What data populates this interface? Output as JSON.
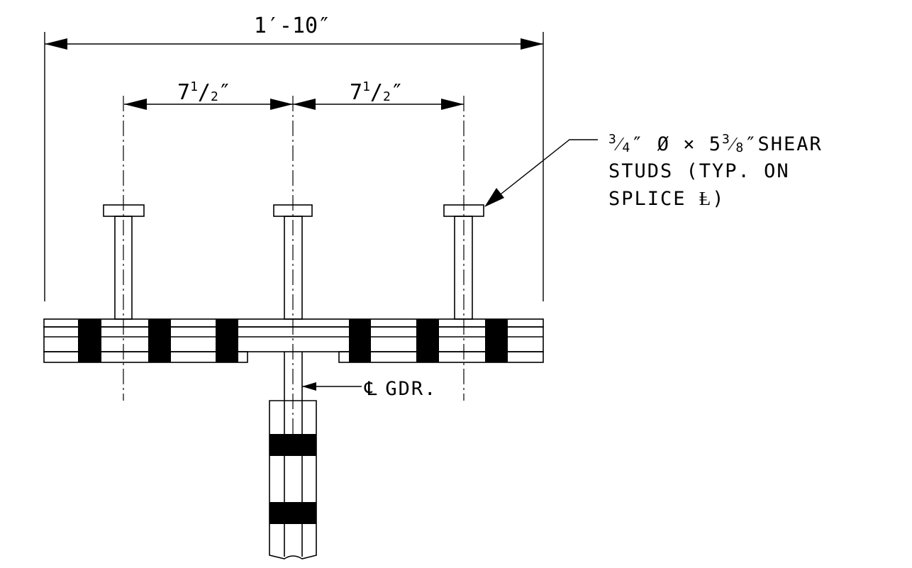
{
  "dimensions": {
    "overall_width": "1′-10″",
    "left_spacing": {
      "whole": "7",
      "numerator": "1",
      "slash": "/",
      "denominator": "2",
      "unit": "″"
    },
    "right_spacing": {
      "whole": "7",
      "numerator": "1",
      "slash": "/",
      "denominator": "2",
      "unit": "″"
    }
  },
  "callouts": {
    "shear_studs": {
      "line1_num1": "3",
      "line1_slash1": "⁄",
      "line1_den1": "4",
      "line1_mid": "″ Ø × 5",
      "line1_num2": "3",
      "line1_slash2": "⁄",
      "line1_den2": "8",
      "line1_end": "″SHEAR",
      "line2": "STUDS (TYP. ON",
      "line3": "SPLICE Ⱡ)"
    },
    "centerline_girder": {
      "symbol": "℄",
      "text": "GDR."
    }
  },
  "colors": {
    "ink": "#000000",
    "background": "#ffffff"
  }
}
